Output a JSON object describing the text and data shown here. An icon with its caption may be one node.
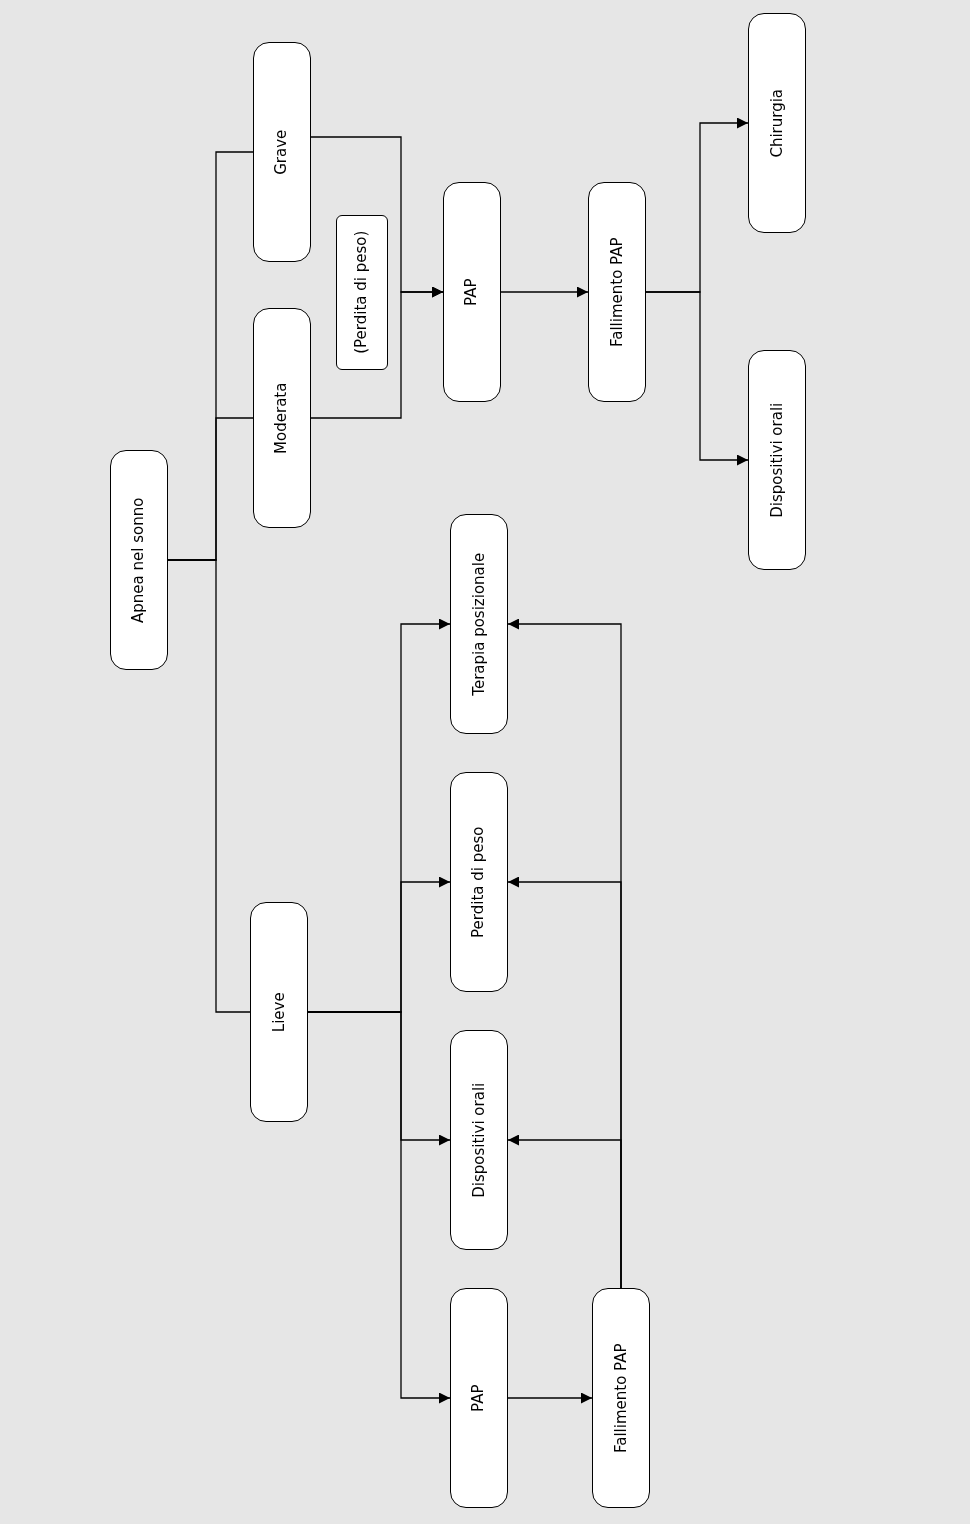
{
  "diagram": {
    "nodes": [
      {
        "text": [
          "Apnea nel sonno"
        ]
      },
      {
        "text": [
          "Grave"
        ]
      },
      {
        "text": [
          "Moderata"
        ]
      },
      {
        "text": [
          "Lieve"
        ]
      },
      {
        "text": [
          "(Perdita di peso)"
        ]
      },
      {
        "text": [
          "PAP"
        ]
      },
      {
        "text": [
          "Fallimento PAP"
        ]
      },
      {
        "text": [
          "Dispositivi orali"
        ]
      },
      {
        "text": [
          "Chirurgia"
        ]
      },
      {
        "text": [
          "Terapia posizionale"
        ]
      },
      {
        "text": [
          "Perdita di peso"
        ]
      },
      {
        "text": [
          "Dispositivi orali"
        ]
      },
      {
        "text": [
          "PAP"
        ]
      },
      {
        "text": [
          "Fallimento PAP"
        ]
      }
    ],
    "edges": [
      {
        "from": 0,
        "to": 1,
        "arrow": "none"
      },
      {
        "from": 0,
        "to": 2,
        "arrow": "none"
      },
      {
        "from": 0,
        "to": 3,
        "arrow": "none"
      },
      {
        "from": 1,
        "to": 5,
        "arrow": "to"
      },
      {
        "from": 2,
        "to": 5,
        "arrow": "to"
      },
      {
        "from": 5,
        "to": 6,
        "arrow": "to"
      },
      {
        "from": 6,
        "to": 7,
        "arrow": "to"
      },
      {
        "from": 6,
        "to": 8,
        "arrow": "to"
      },
      {
        "from": 3,
        "to": 9,
        "arrow": "to"
      },
      {
        "from": 3,
        "to": 10,
        "arrow": "to"
      },
      {
        "from": 3,
        "to": 11,
        "arrow": "to"
      },
      {
        "from": 3,
        "to": 12,
        "arrow": "to"
      },
      {
        "from": 12,
        "to": 13,
        "arrow": "to"
      },
      {
        "from": 13,
        "to": 11,
        "arrow": "to"
      },
      {
        "from": 13,
        "to": 10,
        "arrow": "to"
      },
      {
        "from": 13,
        "to": 9,
        "arrow": "to"
      }
    ]
  }
}
